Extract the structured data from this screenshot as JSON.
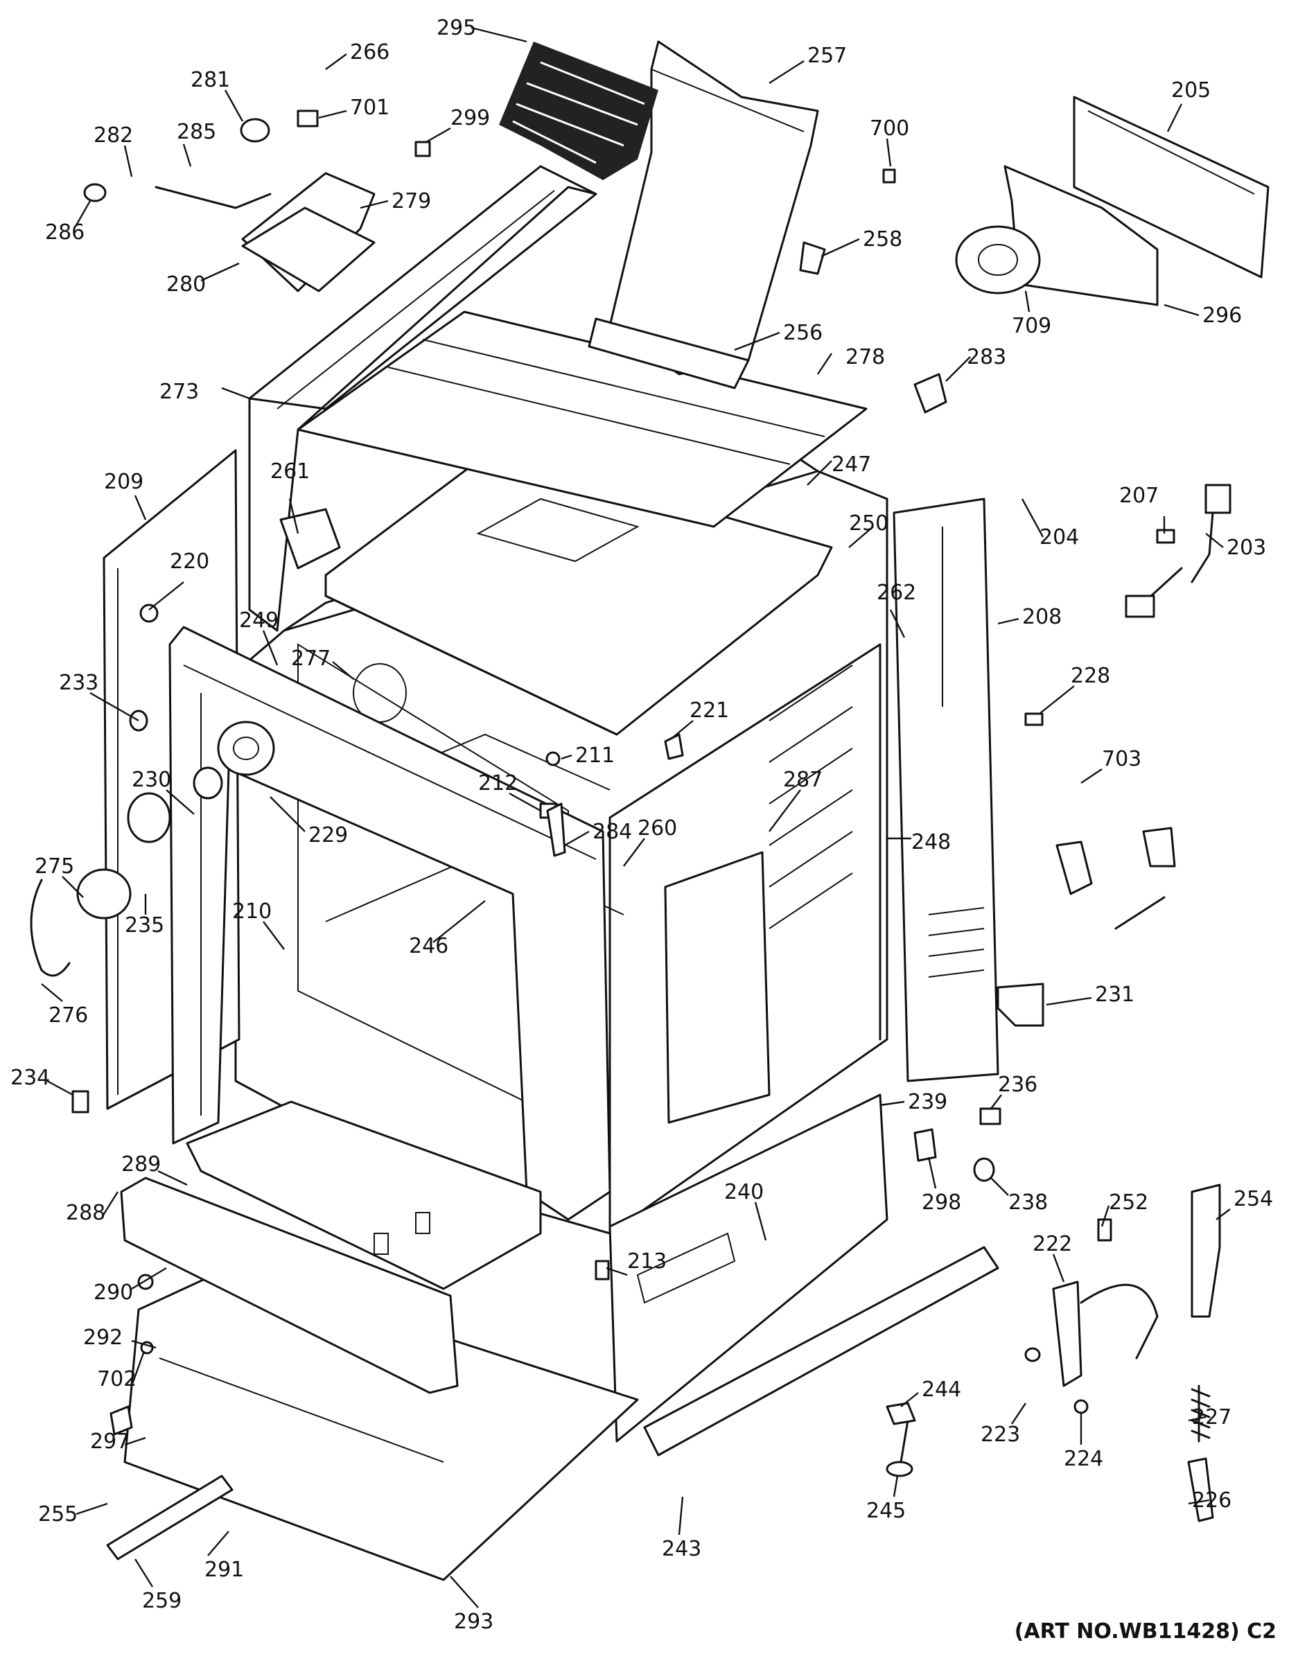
{
  "callouts": [
    {
      "id": "295",
      "label": "295"
    },
    {
      "id": "266",
      "label": "266"
    },
    {
      "id": "281",
      "label": "281"
    },
    {
      "id": "701",
      "label": "701"
    },
    {
      "id": "257",
      "label": "257"
    },
    {
      "id": "205",
      "label": "205"
    },
    {
      "id": "282",
      "label": "282"
    },
    {
      "id": "285",
      "label": "285"
    },
    {
      "id": "299",
      "label": "299"
    },
    {
      "id": "700",
      "label": "700"
    },
    {
      "id": "286",
      "label": "286"
    },
    {
      "id": "279",
      "label": "279"
    },
    {
      "id": "258",
      "label": "258"
    },
    {
      "id": "280",
      "label": "280"
    },
    {
      "id": "709",
      "label": "709"
    },
    {
      "id": "296",
      "label": "296"
    },
    {
      "id": "256",
      "label": "256"
    },
    {
      "id": "278",
      "label": "278"
    },
    {
      "id": "283",
      "label": "283"
    },
    {
      "id": "273",
      "label": "273"
    },
    {
      "id": "247",
      "label": "247"
    },
    {
      "id": "209",
      "label": "209"
    },
    {
      "id": "261",
      "label": "261"
    },
    {
      "id": "250",
      "label": "250"
    },
    {
      "id": "204",
      "label": "204"
    },
    {
      "id": "207",
      "label": "207"
    },
    {
      "id": "203",
      "label": "203"
    },
    {
      "id": "220",
      "label": "220"
    },
    {
      "id": "262",
      "label": "262"
    },
    {
      "id": "208",
      "label": "208"
    },
    {
      "id": "249",
      "label": "249"
    },
    {
      "id": "233",
      "label": "233"
    },
    {
      "id": "277",
      "label": "277"
    },
    {
      "id": "228",
      "label": "228"
    },
    {
      "id": "221",
      "label": "221"
    },
    {
      "id": "211",
      "label": "211"
    },
    {
      "id": "703",
      "label": "703"
    },
    {
      "id": "230",
      "label": "230"
    },
    {
      "id": "212",
      "label": "212"
    },
    {
      "id": "287",
      "label": "287"
    },
    {
      "id": "284",
      "label": "284"
    },
    {
      "id": "275",
      "label": "275"
    },
    {
      "id": "229",
      "label": "229"
    },
    {
      "id": "248",
      "label": "248"
    },
    {
      "id": "260",
      "label": "260"
    },
    {
      "id": "210",
      "label": "210"
    },
    {
      "id": "235",
      "label": "235"
    },
    {
      "id": "246",
      "label": "246"
    },
    {
      "id": "231",
      "label": "231"
    },
    {
      "id": "276",
      "label": "276"
    },
    {
      "id": "234",
      "label": "234"
    },
    {
      "id": "239",
      "label": "239"
    },
    {
      "id": "236",
      "label": "236"
    },
    {
      "id": "289",
      "label": "289"
    },
    {
      "id": "288",
      "label": "288"
    },
    {
      "id": "298",
      "label": "298"
    },
    {
      "id": "238",
      "label": "238"
    },
    {
      "id": "240",
      "label": "240"
    },
    {
      "id": "252",
      "label": "252"
    },
    {
      "id": "254",
      "label": "254"
    },
    {
      "id": "290",
      "label": "290"
    },
    {
      "id": "222",
      "label": "222"
    },
    {
      "id": "213",
      "label": "213"
    },
    {
      "id": "292",
      "label": "292"
    },
    {
      "id": "702",
      "label": "702"
    },
    {
      "id": "244",
      "label": "244"
    },
    {
      "id": "223",
      "label": "223"
    },
    {
      "id": "227",
      "label": "227"
    },
    {
      "id": "297",
      "label": "297"
    },
    {
      "id": "224",
      "label": "224"
    },
    {
      "id": "245",
      "label": "245"
    },
    {
      "id": "255",
      "label": "255"
    },
    {
      "id": "226",
      "label": "226"
    },
    {
      "id": "291",
      "label": "291"
    },
    {
      "id": "243",
      "label": "243"
    },
    {
      "id": "259",
      "label": "259"
    },
    {
      "id": "293",
      "label": "293"
    }
  ],
  "art_number": "(ART NO.WB11428) C2"
}
